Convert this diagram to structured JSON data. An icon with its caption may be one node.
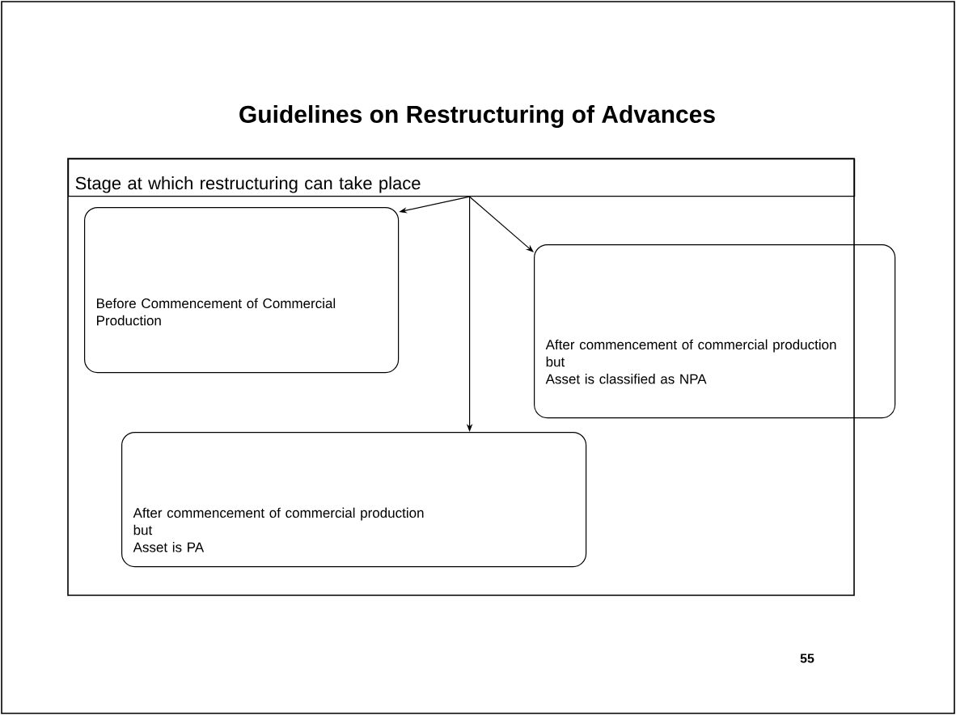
{
  "diagram": {
    "title": "Guidelines on Restructuring of Advances",
    "nodes": [
      {
        "text": [
          "Stage at which restructuring can take place"
        ]
      },
      {
        "text": [
          "Before Commencement of Commercial Production"
        ]
      },
      {
        "text": [
          "After commencement of commercial production",
          "but",
          "Asset is classified as NPA"
        ]
      },
      {
        "text": [
          "After commencement of commercial production",
          "but",
          "Asset is PA"
        ]
      }
    ],
    "edges": [
      {
        "from": 0,
        "to": 1,
        "arrow": "to"
      },
      {
        "from": 0,
        "to": 2,
        "arrow": "to"
      },
      {
        "from": 0,
        "to": 3,
        "arrow": "to"
      }
    ],
    "labels": [
      "55"
    ]
  }
}
